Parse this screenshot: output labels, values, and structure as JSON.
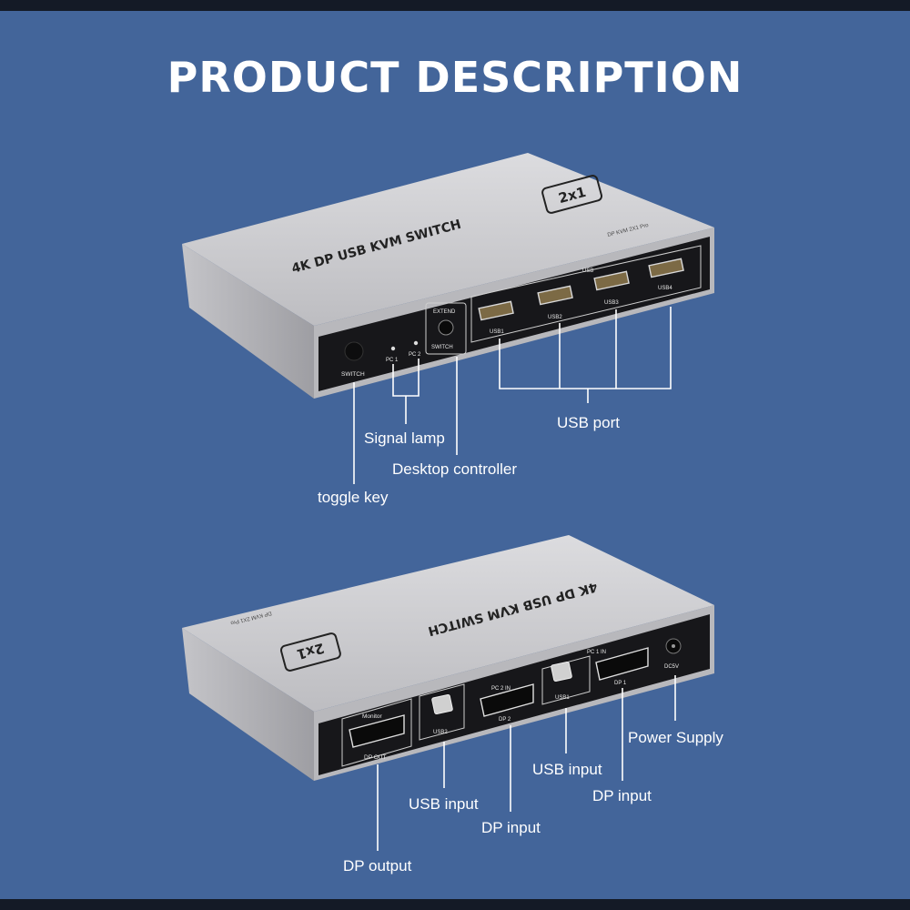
{
  "header": {
    "title": "PRODUCT DESCRIPTION"
  },
  "device": {
    "top_label": "4K DP USB KVM SWITCH",
    "badge": "2x1",
    "model": "DP KVM 2X1 Pro"
  },
  "front_panel": {
    "switch_button": "SWITCH",
    "led_pc1": "PC 1",
    "led_pc2": "PC 2",
    "extend_top": "EXTEND",
    "extend_bottom": "SWITCH",
    "usb_group": "USB",
    "usb_ports": [
      "USB1",
      "USB2",
      "USB3",
      "USB4"
    ]
  },
  "rear_panel": {
    "monitor": "Monitor",
    "dp_out": "DP OUT",
    "usb2": "USB2",
    "pc2_in": "PC 2 IN",
    "dp2": "DP 2",
    "usb1": "USB1",
    "pc1_in": "PC 1 IN",
    "dp1": "DP 1",
    "dc": "DC5V"
  },
  "callouts": {
    "usb_port": "USB port",
    "signal_lamp": "Signal lamp",
    "desktop_controller": "Desktop controller",
    "toggle_key": "toggle key",
    "power_supply": "Power Supply",
    "usb_input_1": "USB input",
    "dp_input_1": "DP input",
    "usb_input_2": "USB input",
    "dp_input_2": "DP input",
    "dp_output": "DP output"
  },
  "colors": {
    "background": "#43659a",
    "frame": "#141a26",
    "device_silver": "#c9c9cc",
    "panel_black": "#17171a"
  }
}
